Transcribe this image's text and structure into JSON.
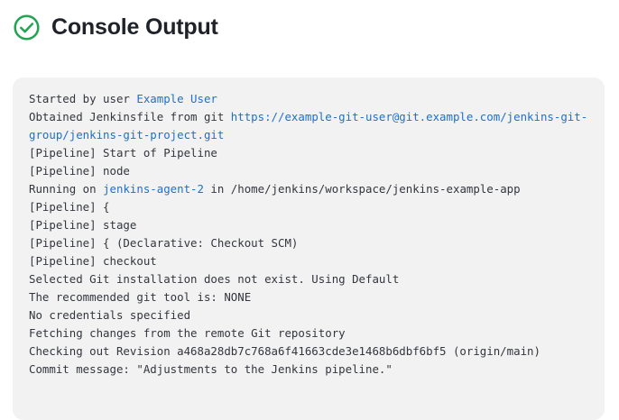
{
  "header": {
    "title": "Console Output",
    "status_icon": "check-circle-icon",
    "status_color": "#22a452"
  },
  "theme": {
    "panel_background": "#f2f2f2",
    "text_color": "#33363d",
    "muted_text_color": "#adadad",
    "link_color": "#1f6fcc",
    "page_background": "#ffffff",
    "title_color": "#1f2229"
  },
  "console": {
    "lines": [
      {
        "id": "line-started-by-user",
        "muted": false,
        "tokens": [
          {
            "text": "Started by user ",
            "type": "plain"
          },
          {
            "text": "Example User",
            "type": "link"
          }
        ]
      },
      {
        "id": "line-obtained-jenkinsfile",
        "muted": false,
        "tokens": [
          {
            "text": "Obtained Jenkinsfile from git ",
            "type": "plain"
          },
          {
            "text": "https://example-git-user@git.example.com/jenkins-git-group/jenkins-git-project.git",
            "type": "link"
          }
        ]
      },
      {
        "id": "line-start-of-pipeline",
        "muted": true,
        "tokens": [
          {
            "text": "[Pipeline] Start of Pipeline",
            "type": "plain"
          }
        ]
      },
      {
        "id": "line-pipeline-node",
        "muted": true,
        "tokens": [
          {
            "text": "[Pipeline] node",
            "type": "plain"
          }
        ]
      },
      {
        "id": "line-running-on-agent",
        "muted": false,
        "tokens": [
          {
            "text": "Running on ",
            "type": "plain"
          },
          {
            "text": "jenkins-agent-2",
            "type": "link"
          },
          {
            "text": " in /home/jenkins/workspace/jenkins-example-app",
            "type": "plain"
          }
        ]
      },
      {
        "id": "line-pipeline-open-brace",
        "muted": true,
        "tokens": [
          {
            "text": "[Pipeline] {",
            "type": "plain"
          }
        ]
      },
      {
        "id": "line-pipeline-stage",
        "muted": true,
        "tokens": [
          {
            "text": "[Pipeline] stage",
            "type": "plain"
          }
        ]
      },
      {
        "id": "line-pipeline-declarative-checkout",
        "muted": true,
        "tokens": [
          {
            "text": "[Pipeline] { (Declarative: Checkout SCM)",
            "type": "plain"
          }
        ]
      },
      {
        "id": "line-pipeline-checkout",
        "muted": true,
        "tokens": [
          {
            "text": "[Pipeline] checkout",
            "type": "plain"
          }
        ]
      },
      {
        "id": "line-selected-git-installation",
        "muted": false,
        "tokens": [
          {
            "text": "Selected Git installation does not exist. Using Default",
            "type": "plain"
          }
        ]
      },
      {
        "id": "line-recommended-git-tool",
        "muted": false,
        "tokens": [
          {
            "text": "The recommended git tool is: NONE",
            "type": "plain"
          }
        ]
      },
      {
        "id": "line-no-credentials",
        "muted": false,
        "tokens": [
          {
            "text": "No credentials specified",
            "type": "plain"
          }
        ]
      },
      {
        "id": "line-fetching-changes",
        "muted": false,
        "tokens": [
          {
            "text": "Fetching changes from the remote Git repository",
            "type": "plain"
          }
        ]
      },
      {
        "id": "line-checking-out-revision",
        "muted": false,
        "tokens": [
          {
            "text": "Checking out Revision a468a28db7c768a6f41663cde3e1468b6dbf6bf5 (origin/main)",
            "type": "plain"
          }
        ]
      },
      {
        "id": "line-commit-message",
        "muted": false,
        "tokens": [
          {
            "text": "Commit message: \"Adjustments to the Jenkins pipeline.\"",
            "type": "plain"
          }
        ]
      }
    ]
  }
}
